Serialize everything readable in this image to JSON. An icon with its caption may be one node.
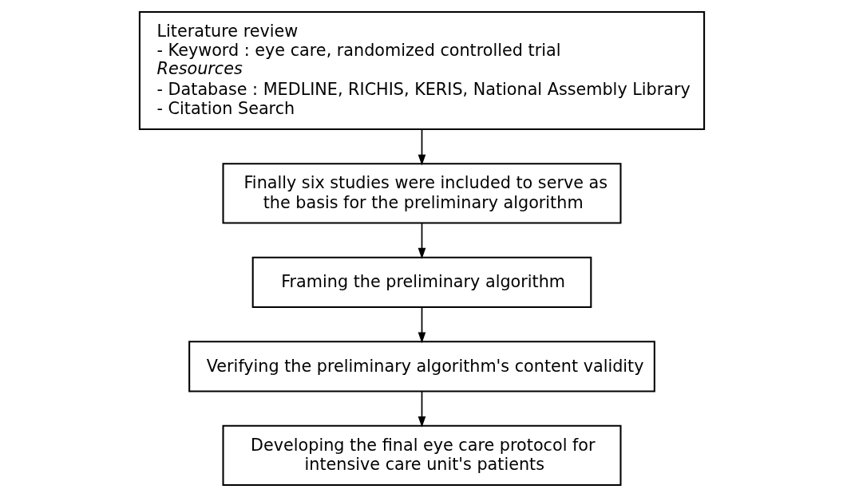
{
  "diagram": {
    "nodes": [
      {
        "text": [
          "Literature review",
          "- Keyword : eye care, randomized controlled trial",
          "Resources",
          "- Database : MEDLINE, RICHIS, KERIS, National Assembly Library",
          "- Citation Search"
        ]
      },
      {
        "text": [
          "Finally six studies were included to serve as the basis for the preliminary algorithm"
        ]
      },
      {
        "text": [
          "Framing the preliminary algorithm"
        ]
      },
      {
        "text": [
          "Verifying the preliminary algorithm's content validity"
        ]
      },
      {
        "text": [
          "Developing the final eye care protocol for intensive care unit's patients"
        ]
      }
    ],
    "edges": [
      {
        "from": 0,
        "to": 1,
        "arrow": "to"
      },
      {
        "from": 1,
        "to": 2,
        "arrow": "to"
      },
      {
        "from": 2,
        "to": 3,
        "arrow": "to"
      },
      {
        "from": 3,
        "to": 4,
        "arrow": "to"
      }
    ]
  }
}
